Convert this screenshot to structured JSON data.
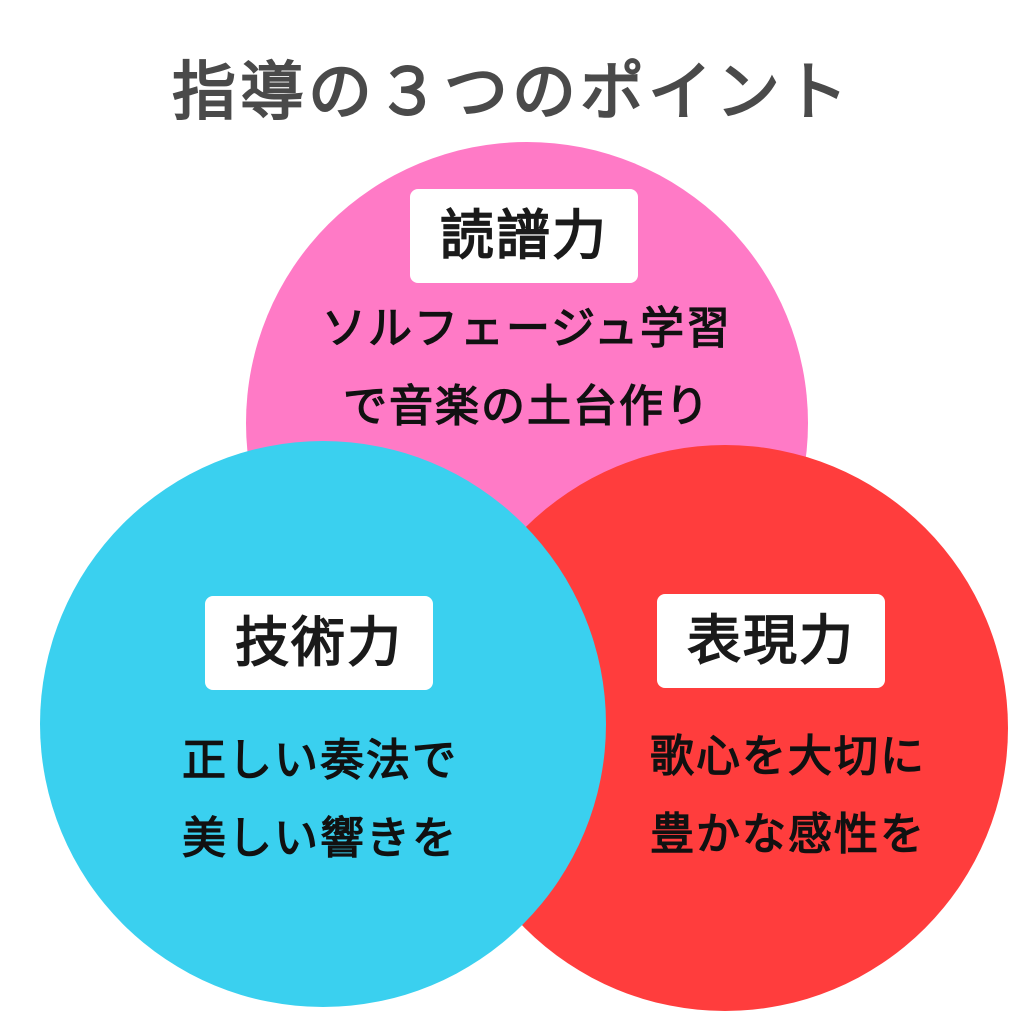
{
  "title": "指導の３つのポイント",
  "circles": {
    "reading": {
      "label": "読譜力",
      "lines": [
        "ソルフェージュ学習",
        "で音楽の土台作り"
      ],
      "color": "#ff7ac6"
    },
    "technique": {
      "label": "技術力",
      "lines": [
        "正しい奏法で",
        "美しい響きを"
      ],
      "color": "#3ad0ef"
    },
    "expression": {
      "label": "表現力",
      "lines": [
        "歌心を大切に",
        "豊かな感性を"
      ],
      "color": "#ff3d3d"
    }
  }
}
